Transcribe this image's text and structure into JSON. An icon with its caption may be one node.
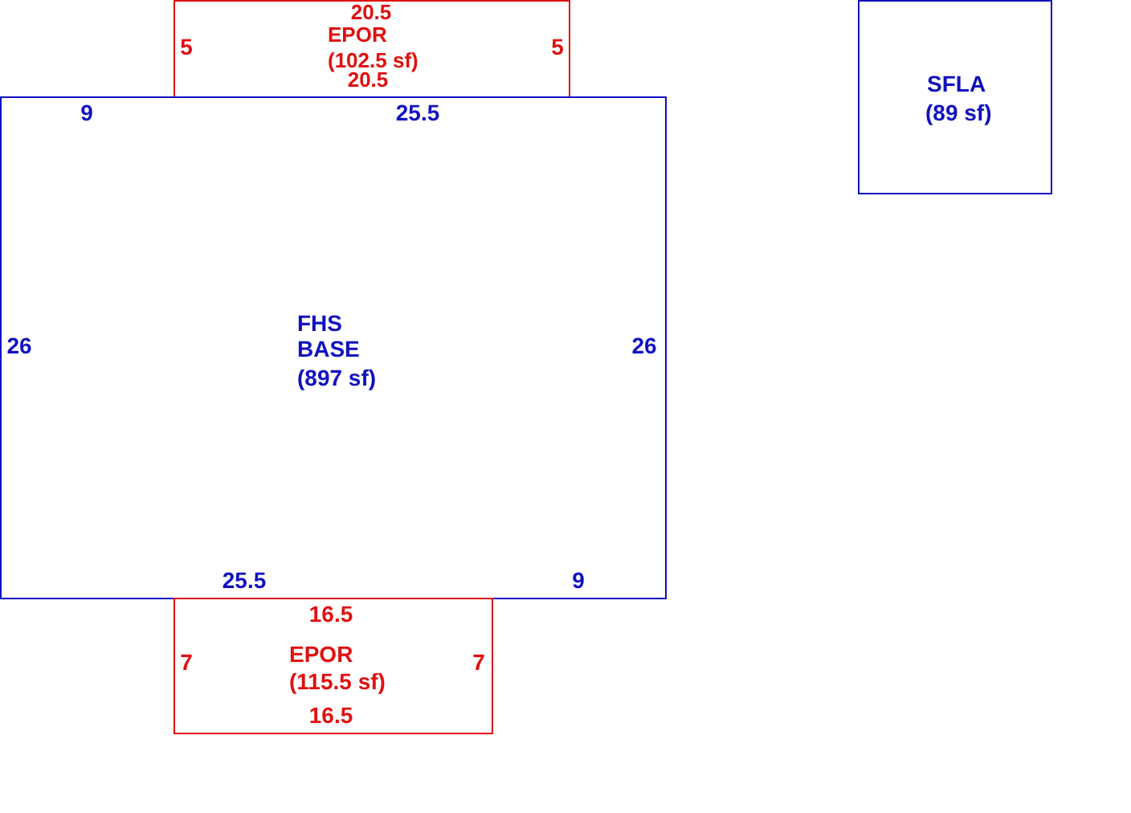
{
  "diagram": {
    "nodes": [
      {
        "text": [
          "EPOR",
          "(102.5 sf)"
        ]
      },
      {
        "text": [
          "SFLA",
          "(89 sf)"
        ]
      },
      {
        "text": [
          "FHS BASE",
          "(897 sf)"
        ]
      },
      {
        "text": [
          "EPOR",
          "(115.5 sf)"
        ]
      }
    ],
    "edges": [],
    "labels": [
      "20.5",
      "5",
      "5",
      "20.5",
      "9",
      "25.5",
      "26",
      "26",
      "25.5",
      "9",
      "16.5",
      "7",
      "7",
      "16.5"
    ]
  }
}
